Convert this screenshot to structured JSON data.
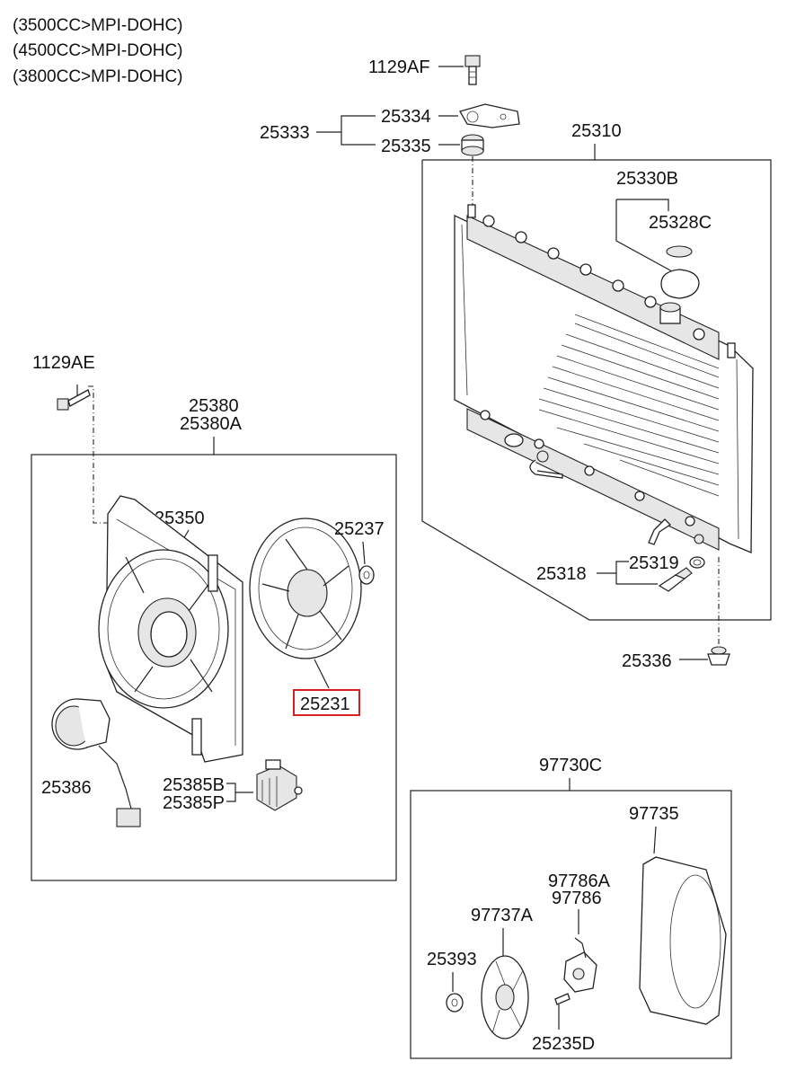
{
  "header_notes": [
    "(3500CC>MPI-DOHC)",
    "(4500CC>MPI-DOHC)",
    "(3800CC>MPI-DOHC)"
  ],
  "labels": {
    "p1129AF": "1129AF",
    "p25333": "25333",
    "p25334": "25334",
    "p25335": "25335",
    "p25310": "25310",
    "p25330B": "25330B",
    "p25328C": "25328C",
    "p1129AE": "1129AE",
    "p25380": "25380",
    "p25380A": "25380A",
    "p25350": "25350",
    "p25237": "25237",
    "p25231": "25231",
    "p25318": "25318",
    "p25319": "25319",
    "p25336": "25336",
    "p25386": "25386",
    "p25385B": "25385B",
    "p25385P": "25385P",
    "p97730C": "97730C",
    "p97735": "97735",
    "p97786A": "97786A",
    "p97786": "97786",
    "p97737A": "97737A",
    "p25393": "25393",
    "p25235D": "25235D"
  },
  "highlight": {
    "part": "25231",
    "color": "#d62020"
  }
}
